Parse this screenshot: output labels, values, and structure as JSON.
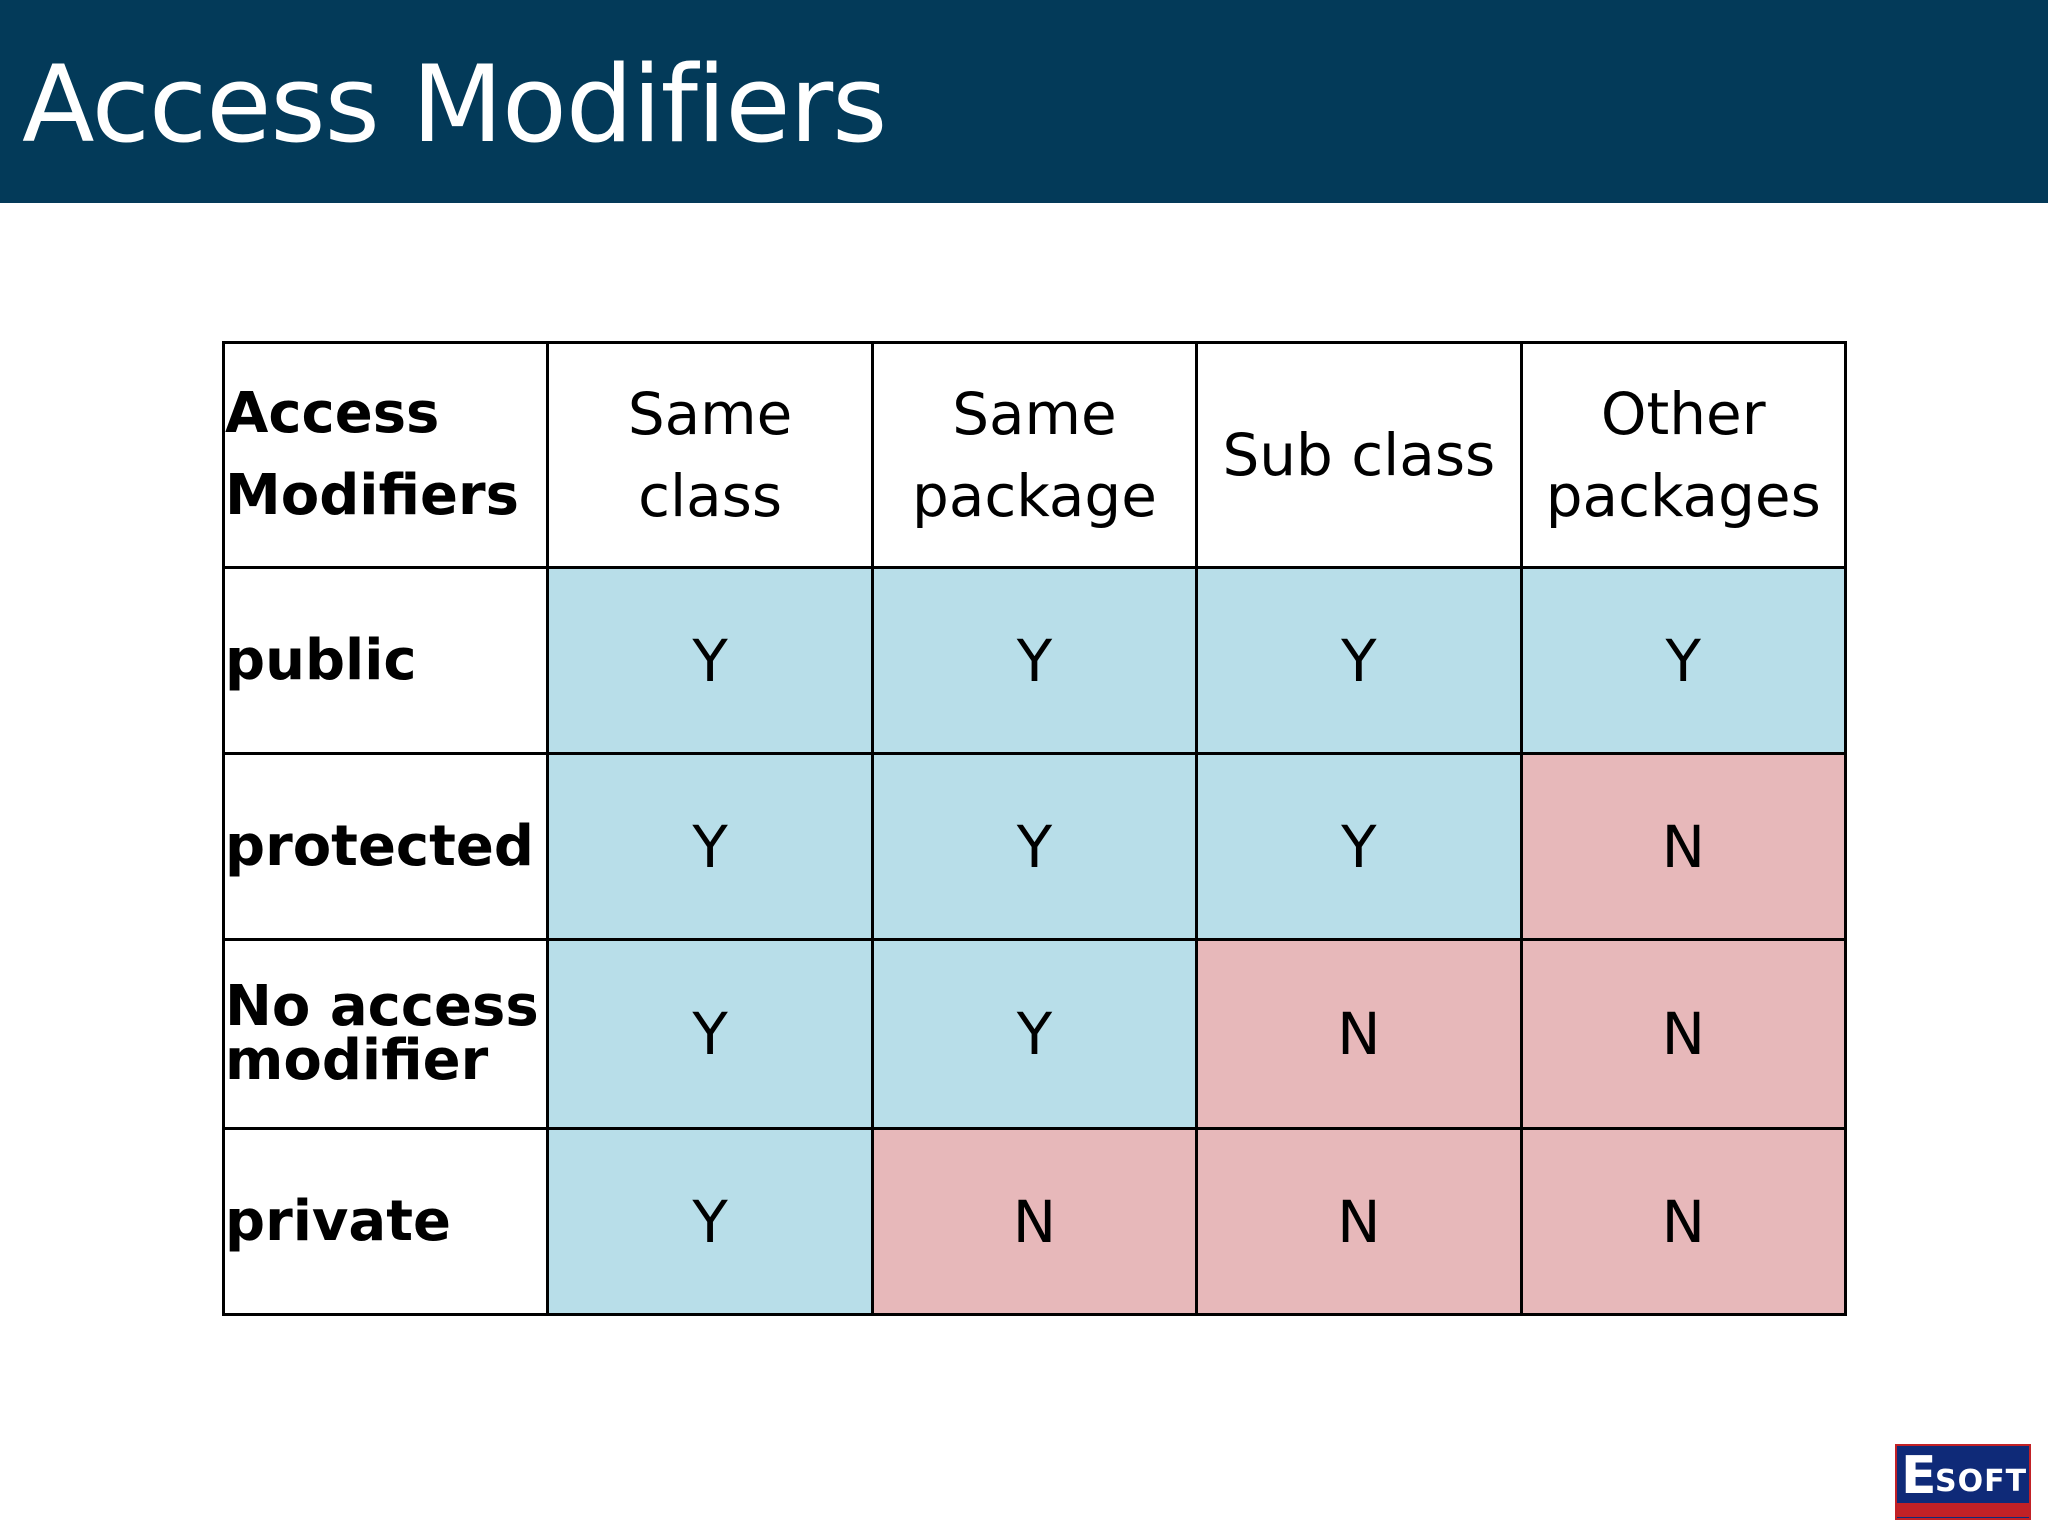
{
  "slide": {
    "title": "Access Modifiers"
  },
  "table": {
    "corner_header": [
      "Access",
      "Modifiers"
    ],
    "column_headers": [
      [
        "Same",
        "class"
      ],
      [
        "Same",
        "package"
      ],
      [
        "Sub class"
      ],
      [
        "Other",
        "packages"
      ]
    ],
    "rows": [
      {
        "label": [
          "public"
        ],
        "cells": [
          "Y",
          "Y",
          "Y",
          "Y"
        ]
      },
      {
        "label": [
          "protected"
        ],
        "cells": [
          "Y",
          "Y",
          "Y",
          "N"
        ]
      },
      {
        "label": [
          "No access",
          "modifier"
        ],
        "cells": [
          "Y",
          "Y",
          "N",
          "N"
        ]
      },
      {
        "label": [
          "private"
        ],
        "cells": [
          "Y",
          "N",
          "N",
          "N"
        ]
      }
    ]
  },
  "colors": {
    "title_bar": "#033a59",
    "yes_cell": "#b8dee9",
    "no_cell": "#e7b8ba"
  },
  "logo": {
    "name": "ESOFT",
    "icon": "esoft-logo"
  }
}
